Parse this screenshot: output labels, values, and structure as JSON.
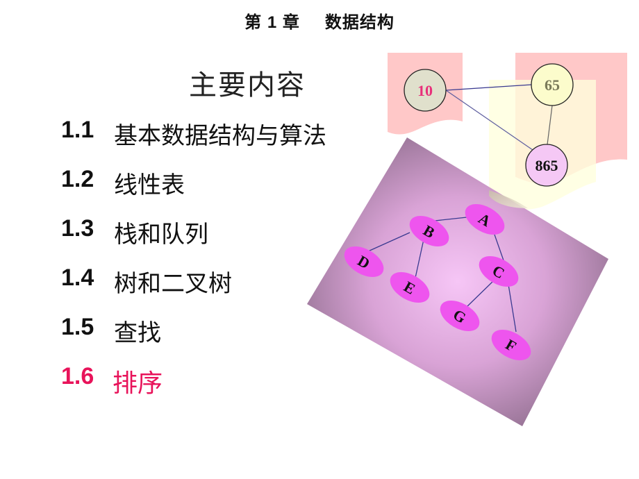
{
  "slide": {
    "chapter_label": "第 1 章",
    "chapter_title": "数据结构",
    "section_heading": "主要内容",
    "toc": [
      {
        "num": "1.1",
        "text": "基本数据结构与算法",
        "active": false
      },
      {
        "num": "1.2",
        "text": "线性表",
        "active": false
      },
      {
        "num": "1.3",
        "text": "栈和队列",
        "active": false
      },
      {
        "num": "1.4",
        "text": "树和二叉树",
        "active": false
      },
      {
        "num": "1.5",
        "text": "查找",
        "active": false
      },
      {
        "num": "1.6",
        "text": "排序",
        "active": true
      }
    ],
    "colors": {
      "active_item": "#e8135a",
      "banner_pink": "#ffc8c8",
      "banner_yellow": "#ffffe0",
      "panel_purple": "#8a6a8a",
      "tree_node": "#ee55ee",
      "edge": "#3a3a90"
    }
  },
  "graph": {
    "nodes": [
      {
        "label": "10",
        "fill": "#e0e0cc",
        "text_color": "#e8307a"
      },
      {
        "label": "65",
        "fill": "#fcfccc",
        "text_color": "#7a7a5a"
      },
      {
        "label": "865",
        "fill": "#f5c8f5",
        "text_color": "#111111"
      }
    ]
  },
  "tree": {
    "nodes": [
      "A",
      "B",
      "C",
      "D",
      "E",
      "G",
      "F"
    ]
  }
}
